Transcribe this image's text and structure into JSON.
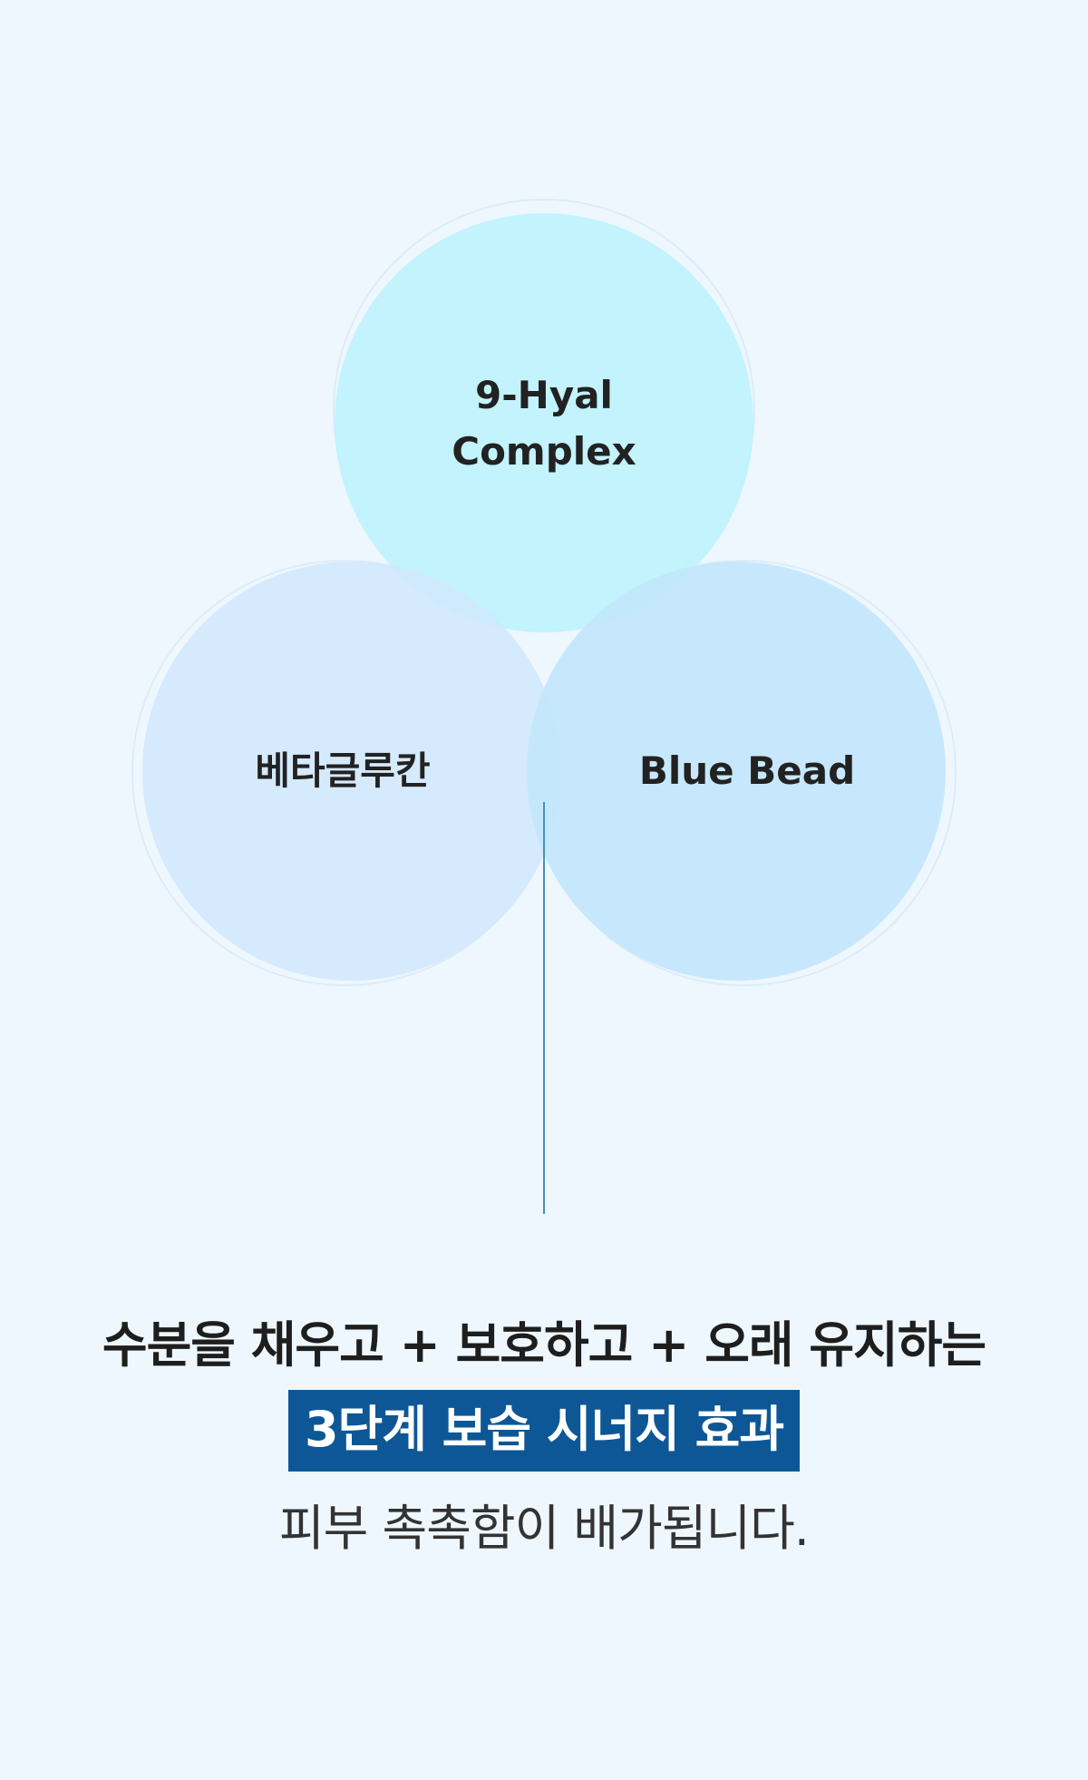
{
  "circles": {
    "top": {
      "label_line1": "9-Hyal",
      "label_line2": "Complex",
      "color": "#bff2fd"
    },
    "left": {
      "label": "베타글루칸",
      "color": "#d2e8fd"
    },
    "right": {
      "label": "Blue Bead",
      "color": "#c1e6fc"
    }
  },
  "caption": {
    "line1": "수분을 채우고 + 보호하고 + 오래 유지하는",
    "highlight": "3단계 보습 시너지 효과",
    "line3": "피부 촉촉함이 배가됩니다."
  },
  "colors": {
    "background": "#eef7fe",
    "highlight_bg": "#0d5796",
    "connector_line": "#4a90b5"
  }
}
